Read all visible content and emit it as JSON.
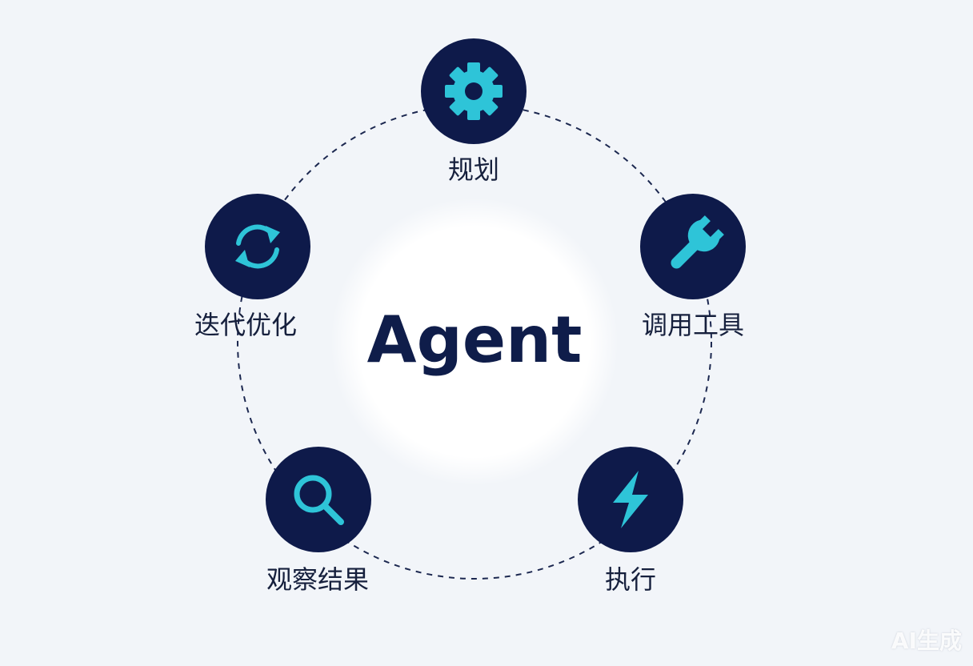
{
  "diagram": {
    "center_label": "Agent",
    "steps": [
      {
        "label": "规划",
        "icon": "gear-icon"
      },
      {
        "label": "调用工具",
        "icon": "wrench-icon"
      },
      {
        "label": "执行",
        "icon": "lightning-icon"
      },
      {
        "label": "观察结果",
        "icon": "magnifier-icon"
      },
      {
        "label": "迭代优化",
        "icon": "refresh-cycle-icon"
      }
    ]
  },
  "colors": {
    "background": "#f2f5f9",
    "node_fill": "#0e1a4a",
    "icon_accent": "#2ec4d8",
    "text": "#16203d",
    "dashed_ring": "#1c2850"
  },
  "watermark": {
    "text": "AI生成"
  }
}
